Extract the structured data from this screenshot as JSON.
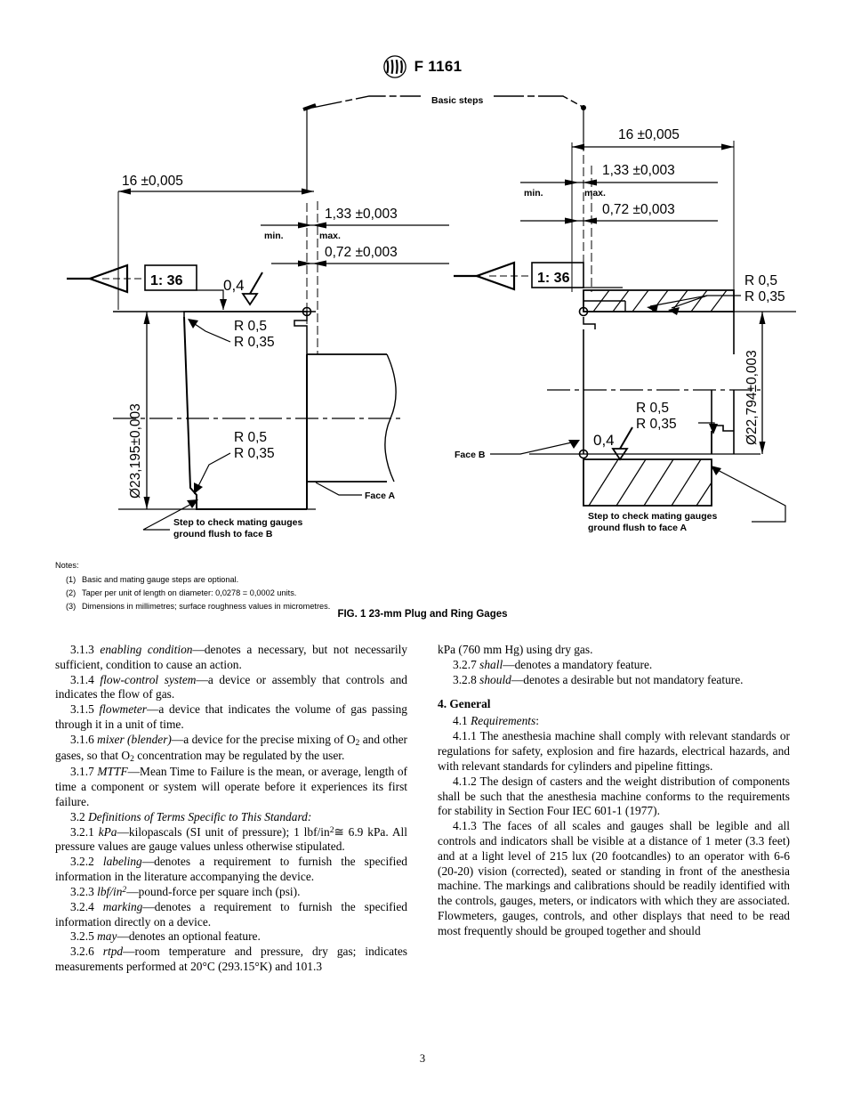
{
  "header": {
    "logo_name": "astm-logo",
    "title": "F 1161"
  },
  "figure": {
    "caption": "FIG. 1 23-mm Plug and Ring Gages",
    "basic_steps_label": "Basic steps",
    "left_gage": {
      "taper_ratio": "1: 36",
      "length_dim": "16 ±0,005",
      "step_max_dim": "1,33 ±0,003",
      "step_min_dim": "0,72 ±0,003",
      "min_label": "min.",
      "max_label": "max.",
      "roughness": "0,4",
      "radius_upper_1": "R 0,5",
      "radius_upper_2": "R 0,35",
      "radius_lower_1": "R 0,5",
      "radius_lower_2": "R 0,35",
      "diameter_dim": "Ø23,195±0,003",
      "face_label": "Face A",
      "step_note_line1": "Step to check mating gauges",
      "step_note_line2": "ground flush to face B"
    },
    "right_gage": {
      "taper_ratio": "1: 36",
      "length_dim": "16 ±0,005",
      "step_max_dim": "1,33 ±0,003",
      "step_min_dim": "0,72 ±0,003",
      "min_label": "min.",
      "max_label": "max.",
      "roughness": "0,4",
      "radius_upper_1": "R 0,5",
      "radius_upper_2": "R 0,35",
      "radius_lower_1": "R 0,5",
      "radius_lower_2": "R 0,35",
      "diameter_dim": "Ø22,794±0,003",
      "face_label": "Face B",
      "step_note_line1": "Step to check mating gauges",
      "step_note_line2": "ground flush to face A"
    }
  },
  "notes": {
    "title": "Notes:",
    "items": [
      {
        "num": "(1)",
        "text": "Basic and mating gauge steps are optional."
      },
      {
        "num": "(2)",
        "text": "Taper per unit of length on diameter: 0,0278 = 0,0002 units."
      },
      {
        "num": "(3)",
        "text": "Dimensions in millimetres; surface roughness values in micrometres."
      }
    ]
  },
  "body": {
    "left_column": [
      {
        "id": "3.1.3",
        "term": "enabling condition",
        "rest": "—denotes a necessary, but not necessarily sufficient, condition to cause an action."
      },
      {
        "id": "3.1.4",
        "term": "flow-control system",
        "rest": "—a device or assembly that controls and indicates the flow of gas."
      },
      {
        "id": "3.1.5",
        "term": "flowmeter",
        "rest": "—a device that indicates the volume of gas passing through it in a unit of time."
      },
      {
        "id": "3.1.6",
        "term": "mixer (blender)",
        "rest": "—a device for the precise mixing of O2 and other gases, so that O2 concentration may be regulated by the user."
      },
      {
        "id": "3.1.7",
        "term": "MTTF",
        "rest": "—Mean Time to Failure is the mean, or average, length of time a component or system will operate before it experiences its first failure."
      },
      {
        "id": "3.2",
        "term": "Definitions of Terms Specific to This Standard:",
        "rest": ""
      },
      {
        "id": "3.2.1",
        "term": "kPa",
        "rest": "—kilopascals (SI unit of pressure); 1 lbf/in2 ≅ 6.9 kPa. All pressure values are gauge values unless otherwise stipulated."
      },
      {
        "id": "3.2.2",
        "term": "labeling",
        "rest": "—denotes a requirement to furnish the specified information in the literature accompanying the device."
      },
      {
        "id": "3.2.3",
        "term": "lbf/in2",
        "rest": "—pound-force per square inch (psi)."
      },
      {
        "id": "3.2.4",
        "term": "marking",
        "rest": "—denotes a requirement to furnish the specified information directly on a device."
      },
      {
        "id": "3.2.5",
        "term": "may",
        "rest": "—denotes an optional feature."
      },
      {
        "id": "3.2.6",
        "term": "rtpd",
        "rest": "—room temperature and pressure, dry gas; indicates measurements performed at 20°C (293.15°K) and 101.3"
      }
    ],
    "right_column": {
      "continuation": "kPa (760 mm Hg) using dry gas.",
      "items": [
        {
          "id": "3.2.7",
          "term": "shall",
          "rest": "—denotes a mandatory feature."
        },
        {
          "id": "3.2.8",
          "term": "should",
          "rest": "—denotes a desirable but not mandatory feature."
        }
      ],
      "section_heading": "4.  General",
      "requirements_id": "4.1",
      "requirements_term": "Requirements",
      "requirements_rest": ":",
      "paragraphs": [
        {
          "id": "4.1.1",
          "text": "The anesthesia machine shall comply with relevant standards or regulations for safety, explosion and fire hazards, electrical hazards, and with relevant standards for cylinders and pipeline fittings."
        },
        {
          "id": "4.1.2",
          "text": "The design of casters and the weight distribution of components shall be such that the anesthesia machine conforms to the requirements for stability in Section Four IEC 601-1 (1977)."
        },
        {
          "id": "4.1.3",
          "text": "The faces of all scales and gauges shall be legible and all controls and indicators shall be visible at a distance of 1 meter (3.3 feet) and at a light level of 215 lux (20 footcandles) to an operator with 6-6 (20-20) vision (corrected), seated or standing in front of the anesthesia machine. The markings and calibrations should be readily identified with the controls, gauges, meters, or indicators with which they are associated. Flowmeters, gauges, controls, and other displays that need to be read most frequently should be grouped together and should"
        }
      ]
    }
  },
  "footer": {
    "page_number": "3"
  }
}
